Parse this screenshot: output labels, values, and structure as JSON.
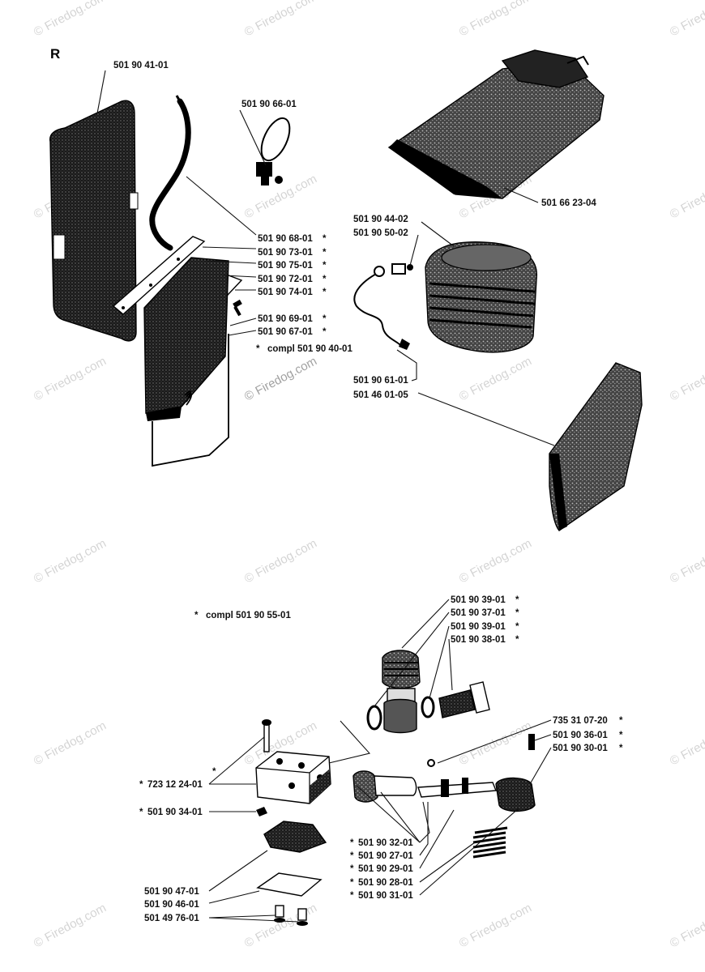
{
  "section_letter": "R",
  "watermarks": {
    "text": "© Firedog.com"
  },
  "upper": {
    "labels": {
      "cover_left": "501 90 41-01",
      "valve": "501 90 66-01",
      "top_cover": "501 66 23-04",
      "l68": "501 90 68-01",
      "l73": "501 90 73-01",
      "l75": "501 90 75-01",
      "l72": "501 90 72-01",
      "l74": "501 90 74-01",
      "l69": "501 90 69-01",
      "l67": "501 90 67-01",
      "compl": "compl 501 90 40-01",
      "l44": "501 90 44-02",
      "l50": "501 90 50-02",
      "l61": "501 90 61-01",
      "l46": "501 46 01-05"
    },
    "star": "*"
  },
  "lower": {
    "compl": "compl 501 90 55-01",
    "star": "*",
    "right_top": [
      "501 90 39-01",
      "501 90 37-01",
      "501 90 39-01",
      "501 90 38-01"
    ],
    "right_mid": [
      "735 31 07-20",
      "501 90 36-01",
      "501 90 30-01"
    ],
    "left": [
      "723 12 24-01",
      "501 90 34-01"
    ],
    "bottom_center": [
      "501 90 32-01",
      "501 90 27-01",
      "501 90 29-01",
      "501 90 28-01",
      "501 90 31-01"
    ],
    "bottom_left": [
      "501 90 47-01",
      "501 90 46-01",
      "501 49 76-01"
    ]
  }
}
